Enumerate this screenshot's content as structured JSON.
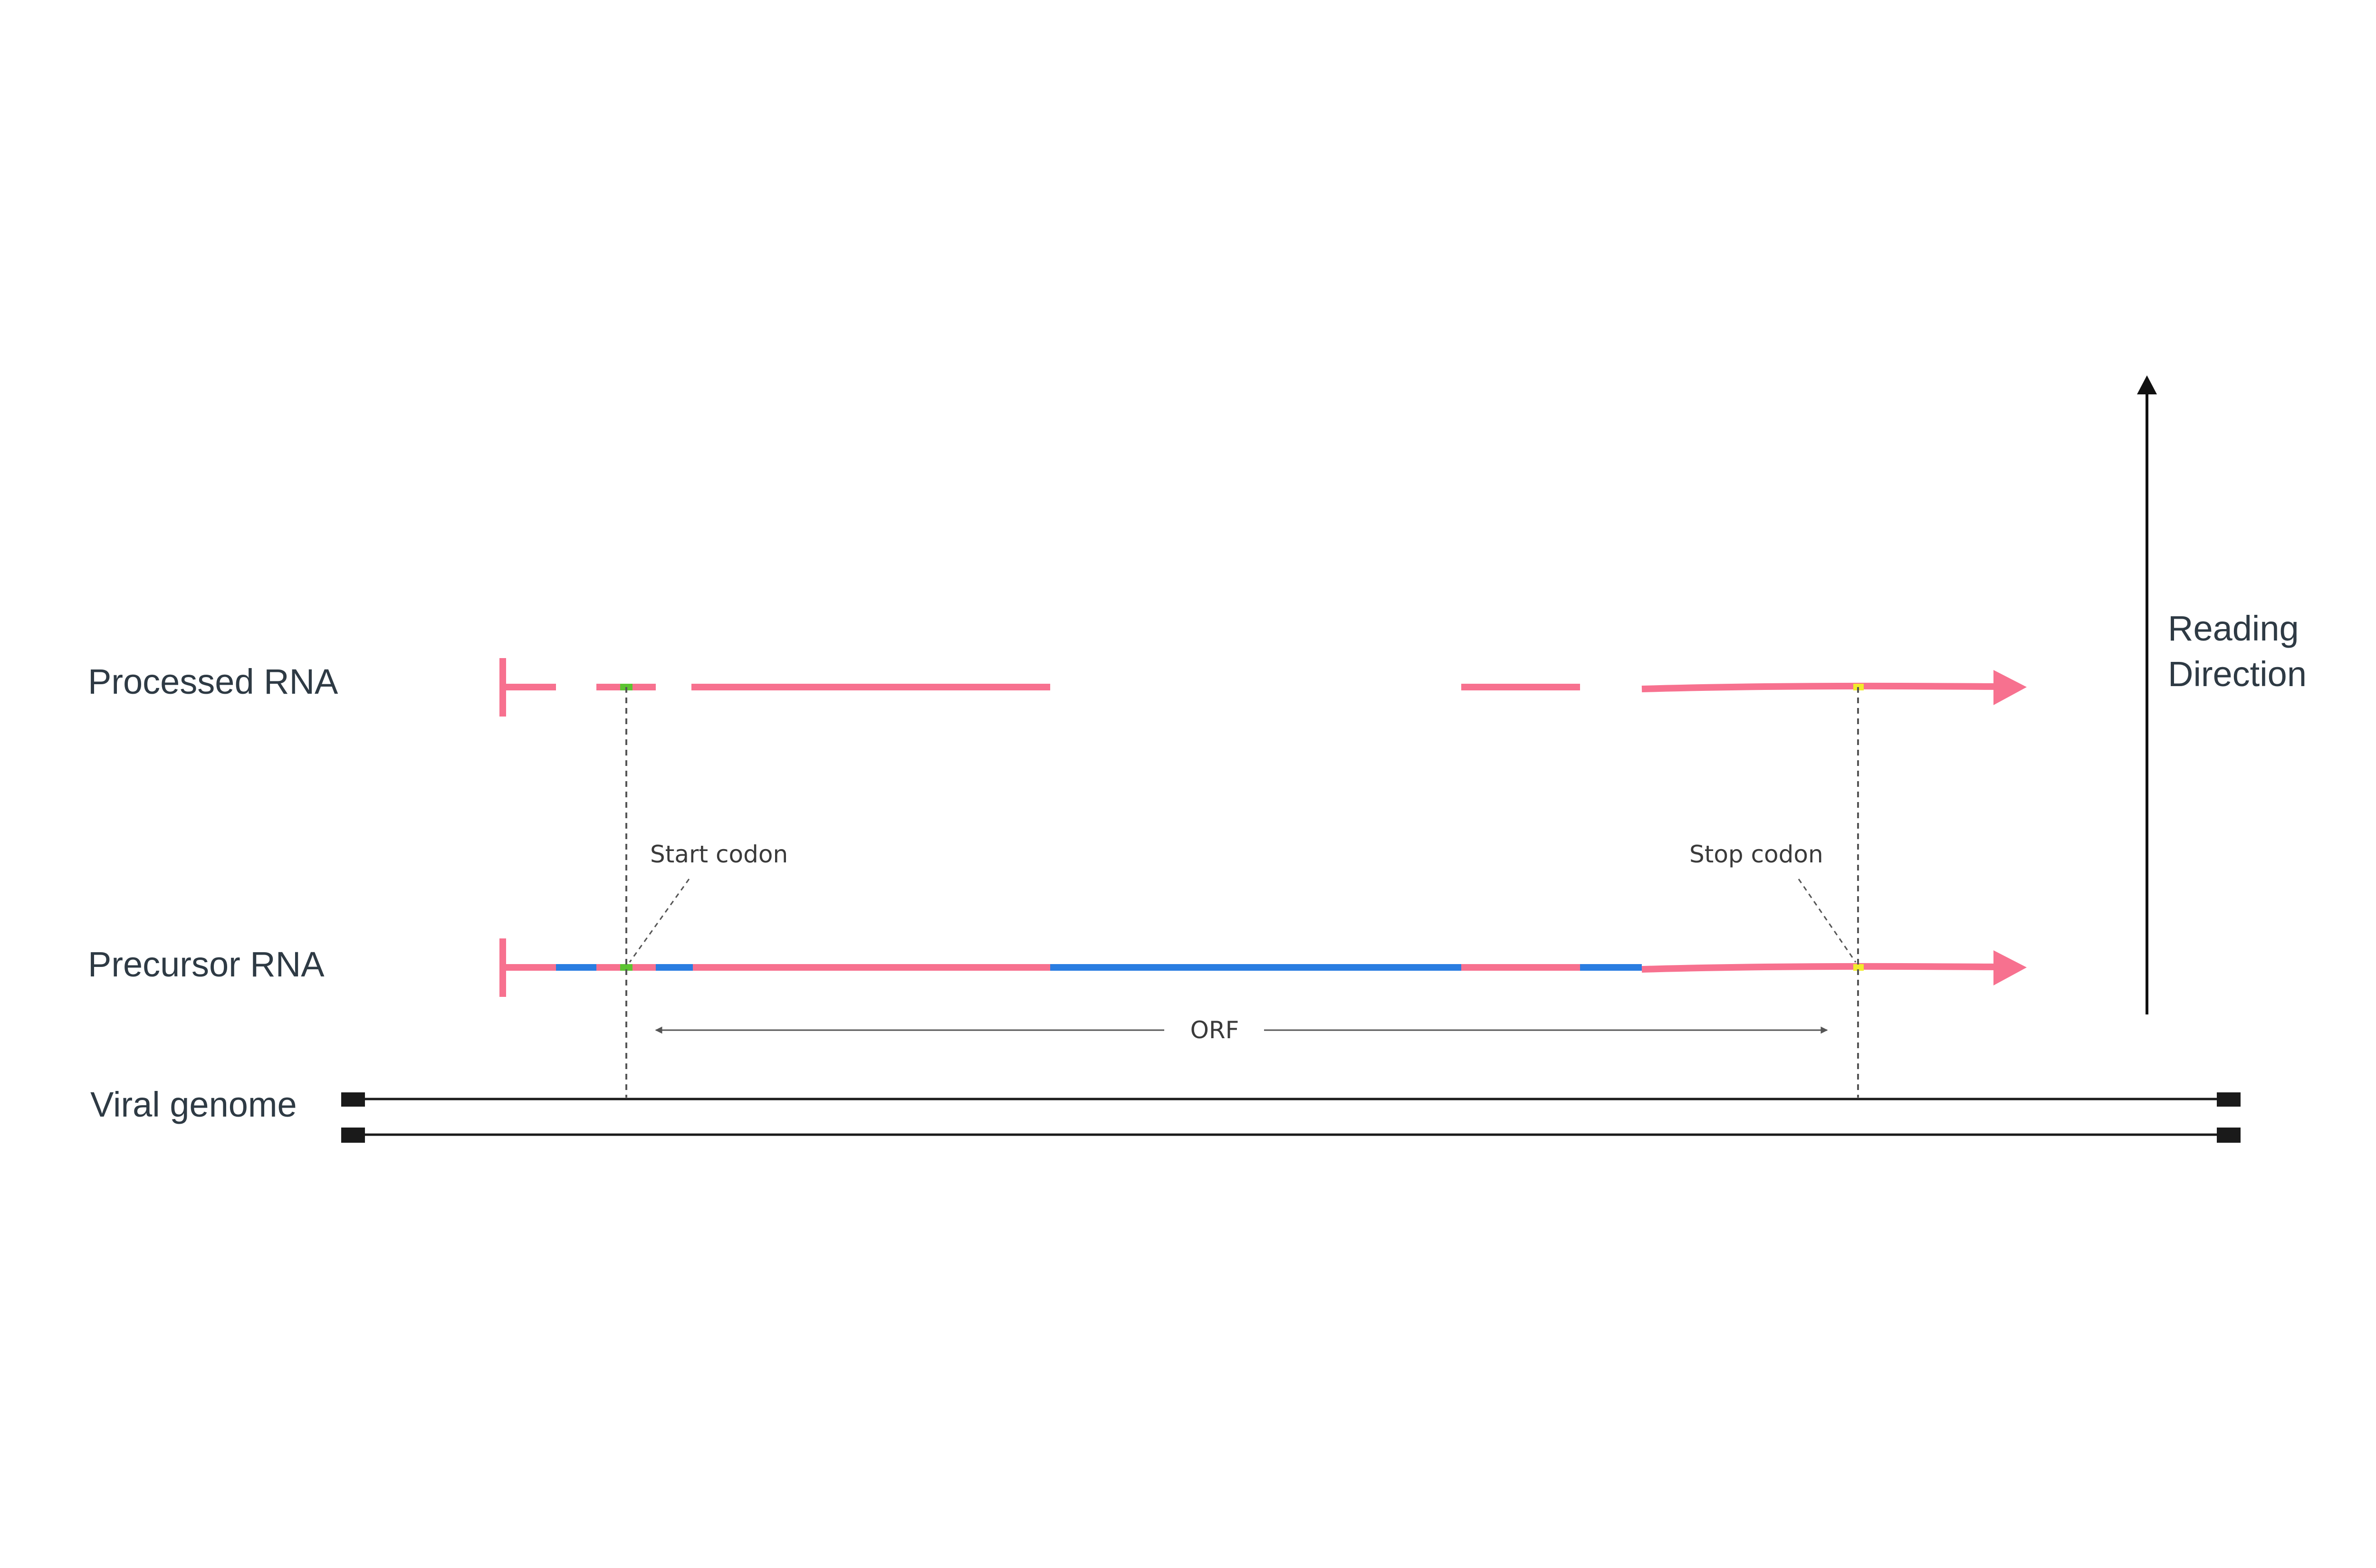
{
  "labels": {
    "processed_rna": "Processed RNA",
    "precursor_rna": "Precursor RNA",
    "viral_genome": "Viral genome",
    "start_codon": "Start codon",
    "stop_codon": "Stop codon",
    "orf": "ORF",
    "reading_direction_line1": "Reading",
    "reading_direction_line2": "Direction"
  },
  "colors": {
    "exon": "#f7718f",
    "intron": "#2a7de1",
    "start_codon": "#5cc431",
    "stop_codon": "#f2ec2c",
    "genome": "#1a1a1a",
    "guide": "#555555",
    "text": "#2e3a44"
  }
}
